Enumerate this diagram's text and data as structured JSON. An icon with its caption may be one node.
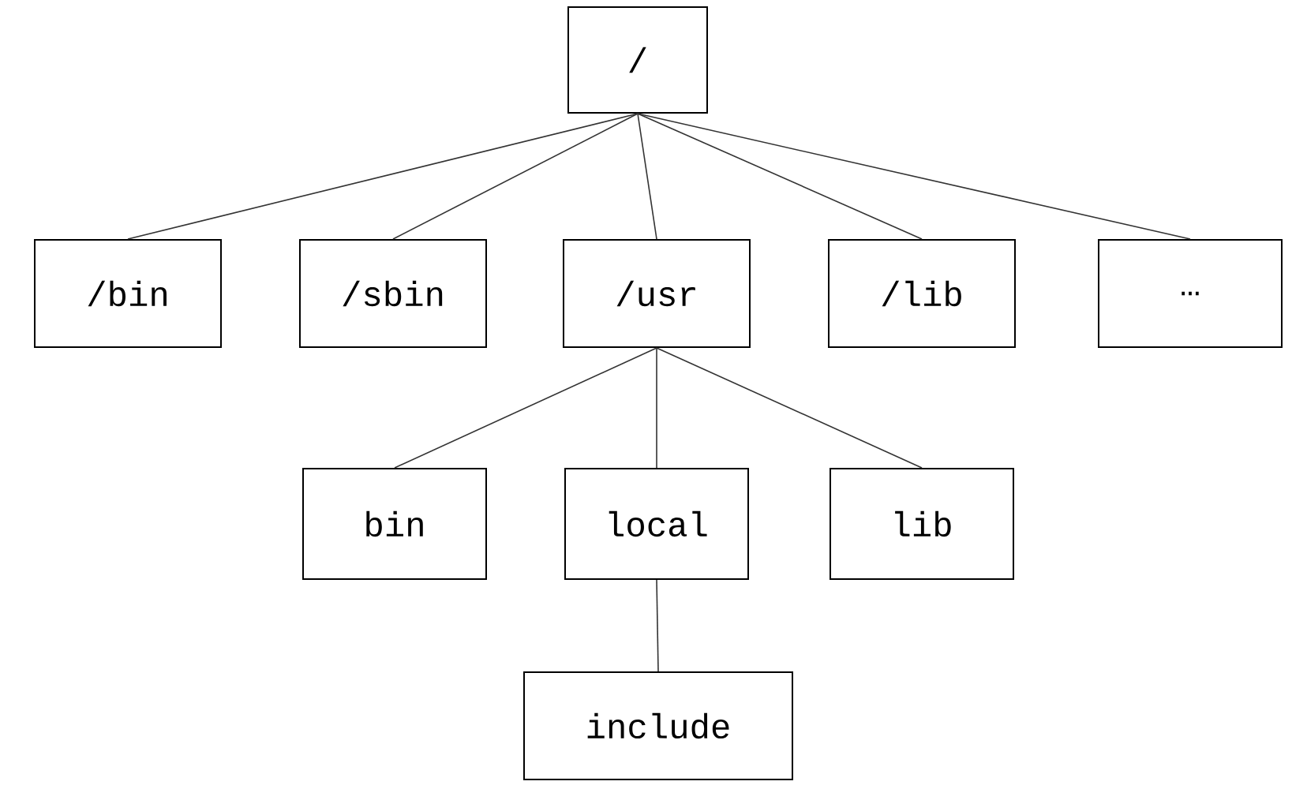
{
  "diagram": {
    "nodes": [
      {
        "text": [
          "/"
        ]
      },
      {
        "text": [
          "/bin"
        ]
      },
      {
        "text": [
          "/sbin"
        ]
      },
      {
        "text": [
          "/usr"
        ]
      },
      {
        "text": [
          "/lib"
        ]
      },
      {
        "text": [
          "…"
        ]
      },
      {
        "text": [
          "bin"
        ]
      },
      {
        "text": [
          "local"
        ]
      },
      {
        "text": [
          "lib"
        ]
      },
      {
        "text": [
          "include"
        ]
      }
    ],
    "edges": [
      {
        "from": 0,
        "to": 1,
        "arrow": "none"
      },
      {
        "from": 0,
        "to": 2,
        "arrow": "none"
      },
      {
        "from": 0,
        "to": 3,
        "arrow": "none"
      },
      {
        "from": 0,
        "to": 4,
        "arrow": "none"
      },
      {
        "from": 0,
        "to": 5,
        "arrow": "none"
      },
      {
        "from": 3,
        "to": 6,
        "arrow": "none"
      },
      {
        "from": 3,
        "to": 7,
        "arrow": "none"
      },
      {
        "from": 3,
        "to": 8,
        "arrow": "none"
      },
      {
        "from": 7,
        "to": 9,
        "arrow": "none"
      }
    ]
  }
}
